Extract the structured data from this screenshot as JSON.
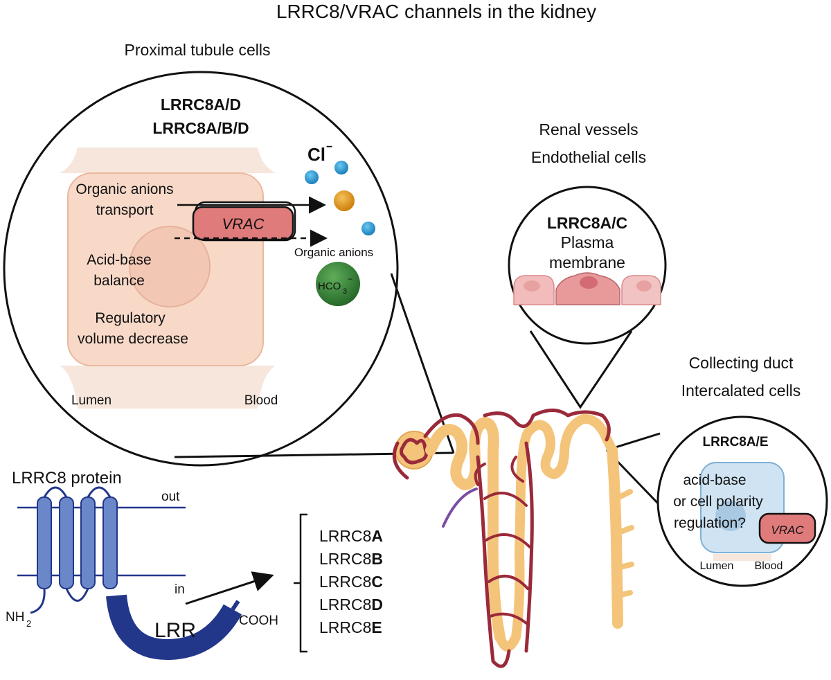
{
  "title": "LRRC8/VRAC channels in the kidney",
  "proximal": {
    "heading": "Proximal tubule cells",
    "isoform_1": "LRRC8A/D",
    "isoform_2": "LRRC8A/B/D",
    "chloride": "Cl",
    "chloride_charge": "−",
    "func_1a": "Organic anions",
    "func_1b": "transport",
    "func_2a": "Acid-base",
    "func_2b": "balance",
    "func_3a": "Regulatory",
    "func_3b": "volume decrease",
    "vrac": "VRAC",
    "organic_anions": "Organic anions",
    "bicarb_base": "HCO",
    "bicarb_sub": "3",
    "bicarb_sup": "−",
    "lumen": "Lumen",
    "blood": "Blood"
  },
  "vessels": {
    "heading_1": "Renal vessels",
    "heading_2": "Endothelial cells",
    "isoform": "LRRC8A/C",
    "loc_1": "Plasma",
    "loc_2": "membrane"
  },
  "collecting": {
    "heading_1": "Collecting duct",
    "heading_2": "Intercalated cells",
    "isoform": "LRRC8A/E",
    "text_1": "acid-base",
    "text_2": "or cell polarity",
    "text_3": "regulation?",
    "vrac": "VRAC",
    "lumen": "Lumen",
    "blood": "Blood"
  },
  "protein": {
    "heading": "LRRC8 protein",
    "out": "out",
    "in": "in",
    "nh2_base": "NH",
    "nh2_sub": "2",
    "lrr": "LRR",
    "cooh": "COOH",
    "subunit_prefix": "LRRC8",
    "subunits": [
      "A",
      "B",
      "C",
      "D",
      "E"
    ]
  },
  "colors": {
    "cell_fill": "#f8d9c8",
    "vrac_fill": "#e07b7b",
    "chloride_blue": "#1e96d4",
    "organic_orange": "#e0900f",
    "bicarb_green": "#2d7a2d",
    "protein_blue": "#6a87c9",
    "lrr_navy": "#22378a",
    "vessel_red": "#9a2a3a",
    "tubule_yellow": "#f4c47a",
    "collecting_blue": "#cfe3f2"
  }
}
